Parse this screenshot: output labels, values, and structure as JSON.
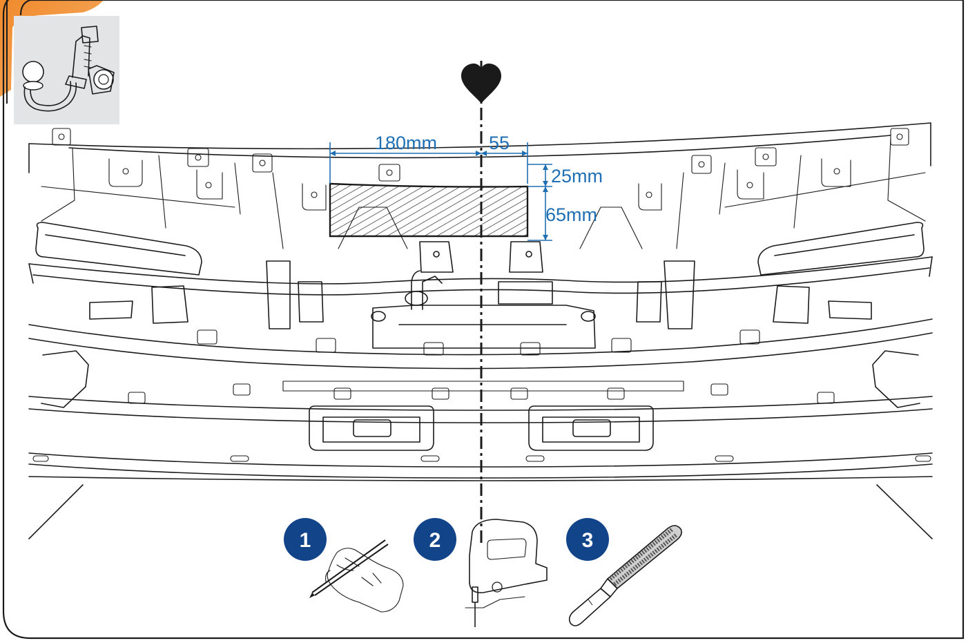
{
  "colors": {
    "accent_orange": "#f08a2c",
    "dimension_blue": "#1e6fb3",
    "step_badge_blue": "#12448a",
    "product_bg": "#e3e4e6",
    "outline": "#1a1a1a"
  },
  "dimensions": {
    "width_left": "180mm",
    "width_right": "55",
    "offset_top": "25mm",
    "height": "65mm"
  },
  "steps": [
    {
      "number": "1",
      "tool_icon": "pencil-hand-icon"
    },
    {
      "number": "2",
      "tool_icon": "jigsaw-icon"
    },
    {
      "number": "3",
      "tool_icon": "file-icon"
    }
  ],
  "icons": {
    "product": "tow-bar-hitch-icon",
    "center_marker": "heart-icon"
  }
}
